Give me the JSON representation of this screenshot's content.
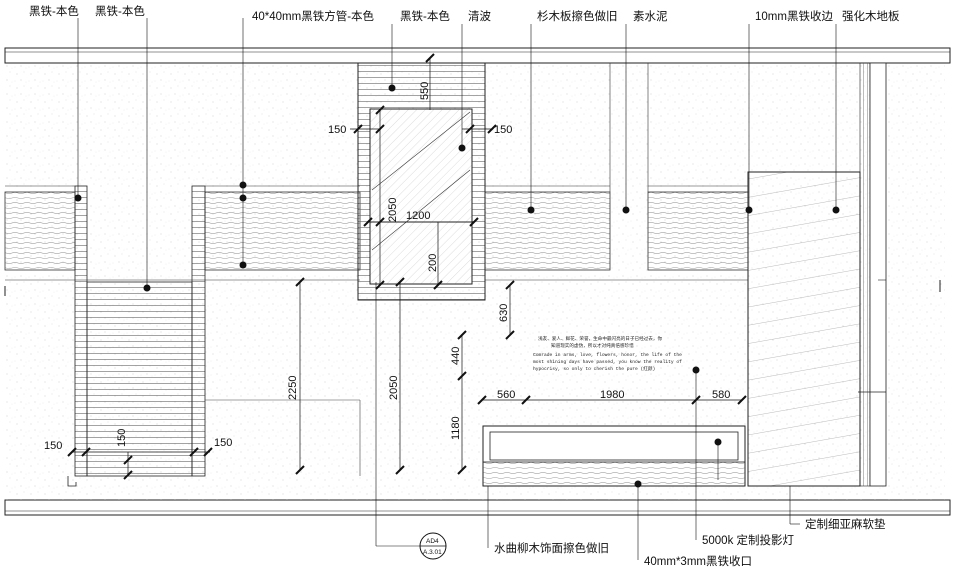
{
  "top_labels": [
    "黑铁-本色",
    "黑铁-本色",
    "40*40mm黑铁方管-本色",
    "黑铁-本色",
    "清波",
    "杉木板擦色做旧",
    "素水泥",
    "10mm黑铁收边",
    "强化木地板"
  ],
  "bottom_labels": [
    "水曲柳木饰面擦色做旧",
    "40mm*3mm黑铁收口",
    "5000k 定制投影灯",
    "定制细亚麻软垫"
  ],
  "dimensions": {
    "d150_top_left": "150",
    "d150_top_right": "150",
    "d550": "550",
    "d2050_window": "2050",
    "d1200": "1200",
    "d200": "200",
    "d630": "630",
    "d440": "440",
    "d1180": "1180",
    "d560": "560",
    "d1980": "1980",
    "d580": "580",
    "d2250": "2250",
    "d2050_floor": "2050",
    "d150_bottom_a": "150",
    "d150_bottom_b": "150",
    "d150_bottom_c": "150"
  },
  "wall_text": {
    "cn_1": "浅友、爱人、鲜花、荣誉，生命中最闪亮的日子已经过去，你",
    "cn_2": "知道现实的虚伪，所以才对纯真倍感珍惜",
    "en_1": "Comrade in arms, love, flowers, honor, the life of the",
    "en_2": "most shining days have passed, you know the reality of",
    "en_3": "hypocrisy, so only to cherish the pure (红颜)"
  },
  "section_ref": {
    "top": "AD4",
    "bottom": "A.3.01"
  }
}
